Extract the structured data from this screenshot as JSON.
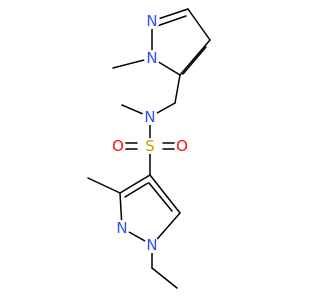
{
  "colors": {
    "bond": "#000000",
    "nitrogen": "#3050F8",
    "oxygen": "#FF0D0D",
    "sulfur": "#C8A000",
    "background": "#FFFFFF"
  },
  "atoms": {
    "n_top_ring_a": "N",
    "n_top_ring_b": "N",
    "n_amine": "N",
    "s": "S",
    "o_left": "O",
    "o_right": "O",
    "n_bottom_ring_a": "N",
    "n_bottom_ring_b": "N"
  }
}
